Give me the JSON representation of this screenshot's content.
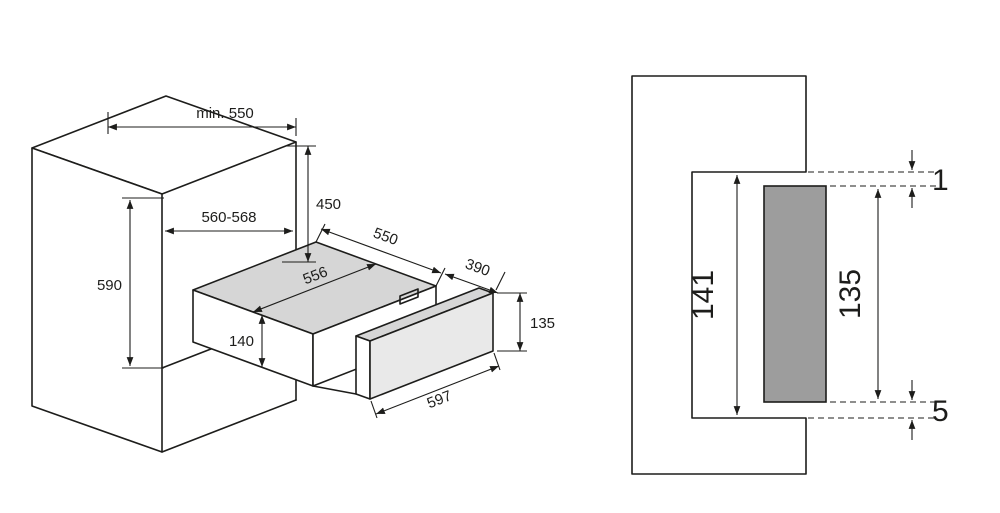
{
  "drawing": {
    "left": {
      "min_depth": "min. 550",
      "oven_space_height": "450",
      "niche_width": "560-568",
      "niche_height": "590",
      "unit_depth": "550",
      "unit_width": "556",
      "pullout_depth": "390",
      "unit_height": "140",
      "front_panel_height": "135",
      "front_panel_width": "597"
    },
    "right": {
      "niche_side_height": "141",
      "front_panel_height": "135",
      "gap_top": "1",
      "gap_bottom": "5"
    },
    "colors": {
      "line": "#1d1d1b",
      "unit_top_fill": "#d6d6d6",
      "panel_front_fill": "#e9e9e9",
      "panel_side_fill": "#9d9d9d",
      "background": "#ffffff"
    }
  }
}
